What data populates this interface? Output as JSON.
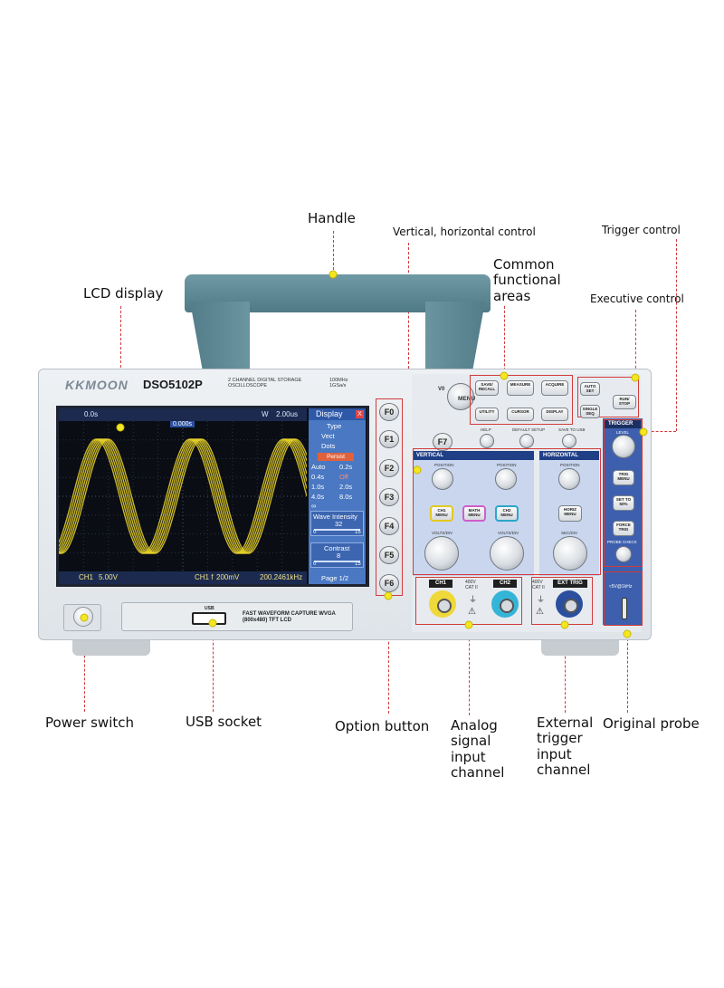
{
  "callouts": {
    "handle": "Handle",
    "vertical_horizontal_control": "Vertical, horizontal control",
    "common_functional_areas": "Common functional areas",
    "trigger_control": "Trigger control",
    "executive_control": "Executive control",
    "lcd_display": "LCD display",
    "power_switch": "Power switch",
    "usb_socket": "USB socket",
    "option_button": "Option button",
    "analog_signal_input_channel": "Analog signal input channel",
    "external_trigger_input_channel": "External trigger input channel",
    "original_probe": "Original probe"
  },
  "device": {
    "brand": "KKMOON",
    "model": "DSO5102P",
    "subtitle": "2 CHANNEL DIGITAL STORAGE OSCILLOSCOPE",
    "spec": "100MHz 1GSa/s",
    "usb_label": "USB",
    "usb_caption": "FAST WAVEFORM CAPTURE WVGA (800x480) TFT LCD"
  },
  "screen": {
    "top_time": "2.00us",
    "top_mode": "W",
    "top_left": "0.0s",
    "trig_pos": "0.000s",
    "ch1_scale": "5.00V",
    "ch1": "CH1",
    "freq": "200mV",
    "freq_label": "CH1 f",
    "freq_value": "200.2461kHz",
    "menu": {
      "title": "Display",
      "close": "X",
      "type_label": "Type",
      "vect": "Vect",
      "dots": "Dots",
      "persist": "Persist",
      "opt_auto": "Auto",
      "opt_02": "0.2s",
      "opt_04": "0.4s",
      "opt_off": "Off",
      "opt_10": "1.0s",
      "opt_20": "2.0s",
      "opt_40": "4.0s",
      "opt_80": "8.0s",
      "opt_inf": "∞",
      "wave_intensity": "Wave Intensity",
      "wave_val": "32",
      "wave_min": "0",
      "wave_max": "15",
      "contrast": "Contrast",
      "contrast_val": "8",
      "contrast_min": "0",
      "contrast_max": "15",
      "page": "Page 1/2"
    }
  },
  "fbuttons": [
    "F0",
    "F1",
    "F2",
    "F3",
    "F4",
    "F5",
    "F6"
  ],
  "panel": {
    "v0": "V0",
    "menu": "MENU",
    "f7": "F7",
    "save_recall": "SAVE/ RECALL",
    "measure": "MEASURE",
    "acquire": "ACQUIRE",
    "utility": "UTILITY",
    "cursor": "CURSOR",
    "display": "DISPLAY",
    "help": "HELP",
    "default_setup": "DEFAULT SETUP",
    "save_to_usb": "SAVE TO USB",
    "auto_set": "AUTO SET",
    "run_stop": "RUN/ STOP",
    "single_seq": "SINGLE SEQ",
    "vertical": "VERTICAL",
    "horizontal": "HORIZONTAL",
    "trigger": "TRIGGER",
    "position": "POSITION",
    "level": "LEVEL",
    "ch1_menu": "CH1 MENU",
    "math_menu": "MATH MENU",
    "ch2_menu": "CH2 MENU",
    "horiz_menu": "HORIZ MENU",
    "volts_div": "VOLTS/DIV",
    "sec_div": "SEC/DIV",
    "trig_menu": "TRIG MENU",
    "set_to_50": "SET TO 50%",
    "force_trig": "FORCE TRIG",
    "probe_check": "PROBE CHECK",
    "ch1": "CH1",
    "ch2": "CH2",
    "ext_trig": "EXT TRIG",
    "cat_left": "400V CAT II",
    "cat_right": "400V CAT II",
    "probe_note": "≈5V@1kHz"
  },
  "colors": {
    "leader": "#d23b3b",
    "marker": "#f5e623",
    "waveform": "#e8d22a",
    "screen_bg": "#0a0d14",
    "menu_blue": "#4a78c2",
    "panel_navy": "#1f3f86"
  }
}
